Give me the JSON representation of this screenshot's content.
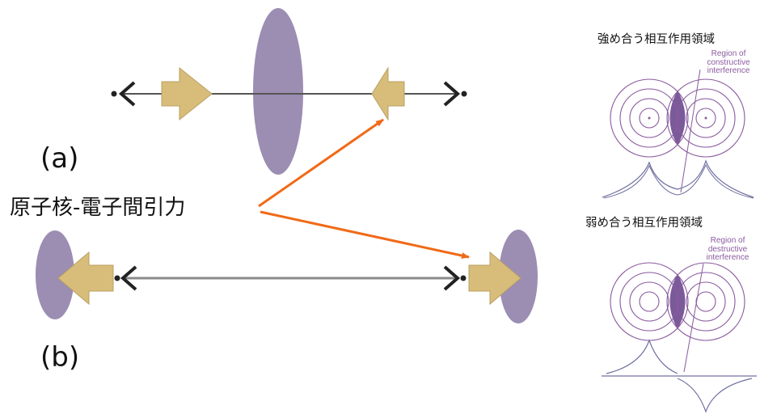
{
  "label_a": "(a)",
  "label_b": "(b)",
  "attraction_label": "原子核-電子間引力",
  "constructive": {
    "title": "強め合う相互作用領域",
    "region_text": [
      "Region of",
      "constructive",
      "interference"
    ]
  },
  "destructive": {
    "title": "弱め合う相互作用領域",
    "region_text": [
      "Region of",
      "destructive",
      "interference"
    ]
  },
  "colors": {
    "orbital_purple": "#9483ad",
    "arrow_tan": "#d8bd7a",
    "pointer_orange": "#f06a18",
    "wave_purple": "#8a5a9e"
  }
}
